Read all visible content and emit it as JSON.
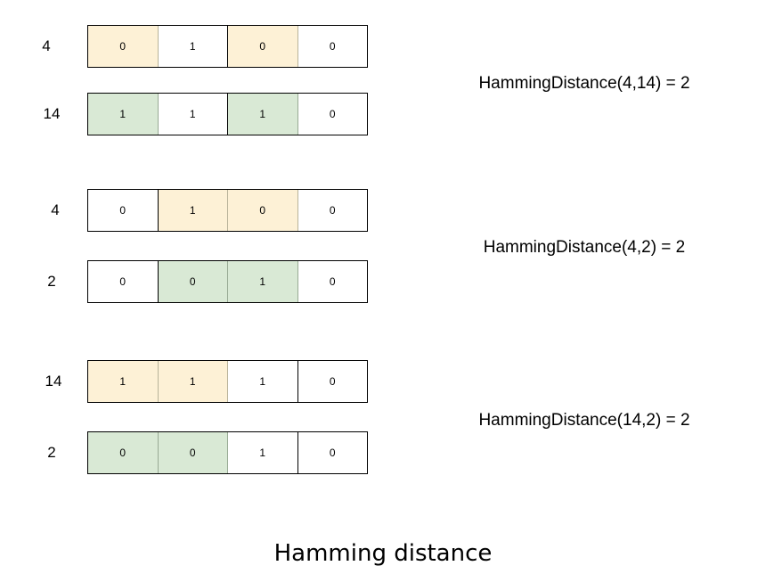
{
  "caption": "Hamming distance",
  "colors": {
    "highlight_first": "#fdf1d6",
    "highlight_second": "#d9e9d5",
    "border": "#000000"
  },
  "comparisons": [
    {
      "equation": "HammingDistance(4,14) = 2",
      "rows": [
        {
          "label": "4",
          "bits": [
            "0",
            "1",
            "0",
            "0"
          ],
          "highlight": [
            true,
            false,
            true,
            false
          ]
        },
        {
          "label": "14",
          "bits": [
            "1",
            "1",
            "1",
            "0"
          ],
          "highlight": [
            true,
            false,
            true,
            false
          ]
        }
      ]
    },
    {
      "equation": "HammingDistance(4,2) = 2",
      "rows": [
        {
          "label": "4",
          "bits": [
            "0",
            "1",
            "0",
            "0"
          ],
          "highlight": [
            false,
            true,
            true,
            false
          ]
        },
        {
          "label": "2",
          "bits": [
            "0",
            "0",
            "1",
            "0"
          ],
          "highlight": [
            false,
            true,
            true,
            false
          ]
        }
      ]
    },
    {
      "equation": "HammingDistance(14,2) = 2",
      "rows": [
        {
          "label": "14",
          "bits": [
            "1",
            "1",
            "1",
            "0"
          ],
          "highlight": [
            true,
            true,
            false,
            false
          ]
        },
        {
          "label": "2",
          "bits": [
            "0",
            "0",
            "1",
            "0"
          ],
          "highlight": [
            true,
            true,
            false,
            false
          ]
        }
      ]
    }
  ]
}
